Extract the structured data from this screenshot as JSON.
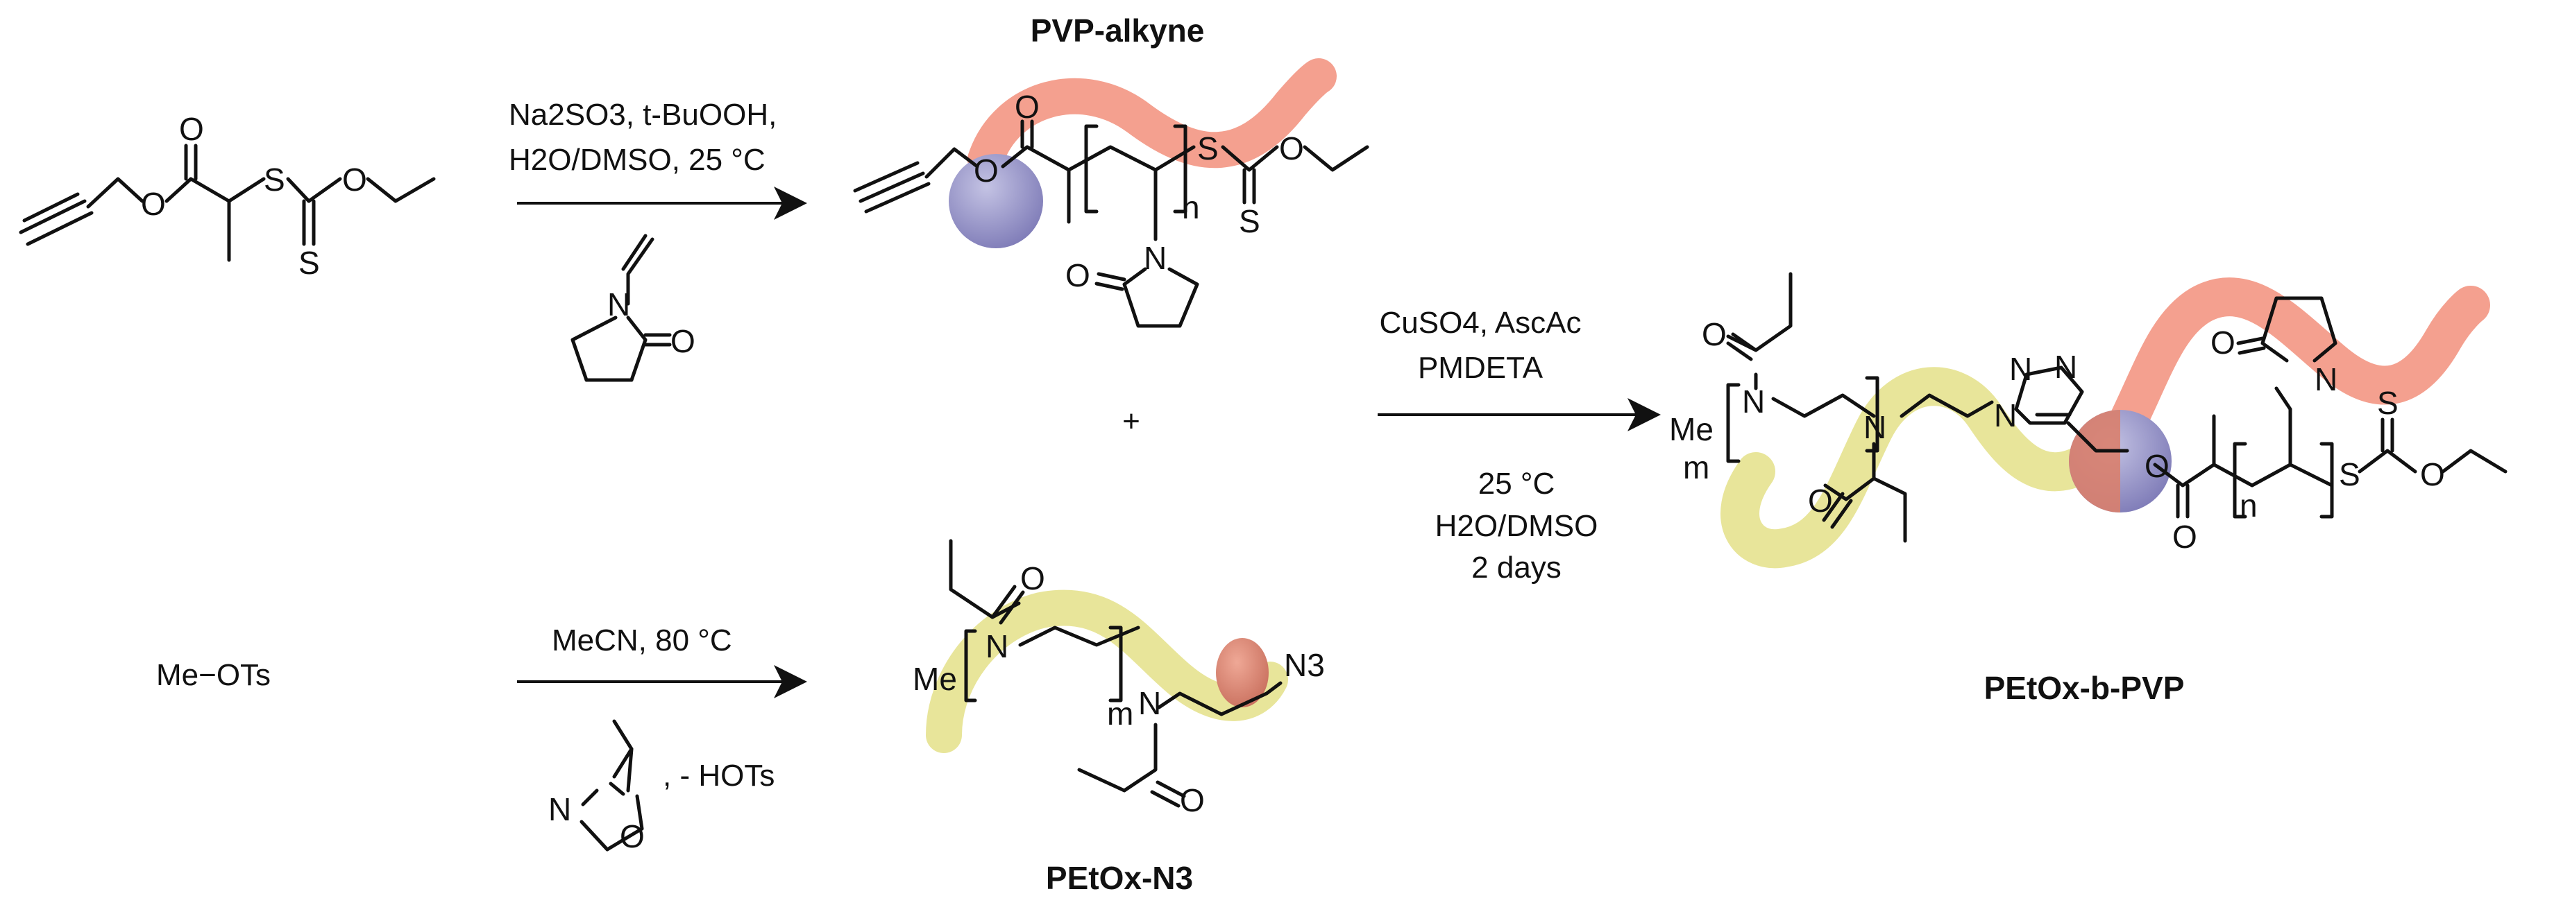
{
  "reagents": {
    "step1_line1": "Na2SO3, t-BuOOH,",
    "step1_line2": "H2O/DMSO, 25 °C",
    "step2_line1": "MeCN, 80 °C",
    "step2_extra": ", - HOTs",
    "click_line1": "CuSO4, AscAc",
    "click_line2": "PMDETA",
    "click_line3": "25 °C",
    "click_line4": "H2O/DMSO",
    "click_line5": "2 days"
  },
  "compounds": {
    "initiator": "Me−OTs",
    "pvp_alkyne": "PVP-alkyne",
    "petox_n3": "PEtOx-N3",
    "block_copolymer": "PEtOx-b-PVP"
  },
  "plus_sign": "+",
  "atoms": {
    "O": "O",
    "S": "S",
    "N": "N",
    "Me": "Me",
    "N3": "N3",
    "n": "n",
    "m": "m"
  },
  "colors": {
    "pvp_segment": "#f4a08f",
    "petox_segment": "#e8e59a",
    "alkyne_sphere": "#8f8dc2",
    "azide_cap": "#d9806d",
    "ink": "#111111"
  }
}
